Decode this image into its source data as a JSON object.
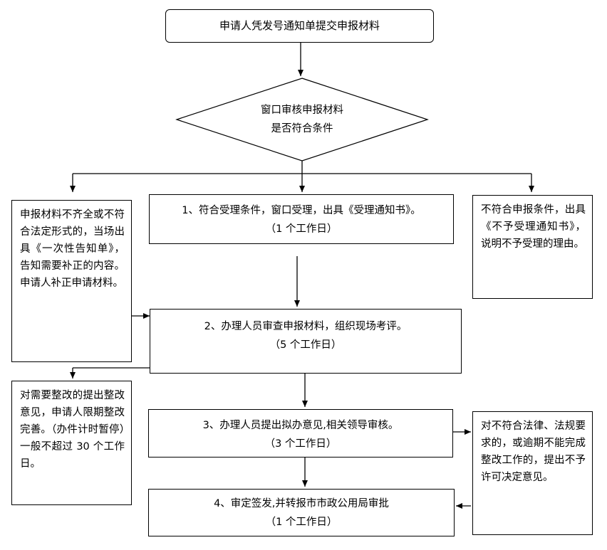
{
  "start": {
    "text": "申请人凭发号通知单提交申报材料"
  },
  "decision": {
    "line1": "窗口审核申报材料",
    "line2": "是否符合条件"
  },
  "left_box": {
    "text": "申报材料不齐全或不符合法定形式的，当场出具《一次性告知单》，告知需要补正的内容。申请人补正申请材料。"
  },
  "right_box": {
    "text": "不符合申报条件，出具《不予受理通知书》，说明不予受理的理由。"
  },
  "step1": {
    "line1": "1、符合受理条件，窗口受理，出具《受理通知书》。",
    "line2": "（1 个工作日）"
  },
  "step2": {
    "line1": "2、办理人员审查申报材料，组织现场考评。",
    "line2": "（5 个工作日）"
  },
  "step3": {
    "line1": "3、办理人员提出拟办意见,相关领导审核。",
    "line2": "（3 个工作日）"
  },
  "step4": {
    "line1": "4、审定签发,并转报市市政公用局审批",
    "line2": "（1 个工作日）"
  },
  "rectify_box": {
    "text": "对需要整改的提出整改意见，申请人限期整改完善。（办件计时暂停）一般不超过 30 个工作日。"
  },
  "reject_box": {
    "text": "对不符合法律、法规要求的，或逾期不能完成整改工作的，提出不予许可决定意见。"
  }
}
